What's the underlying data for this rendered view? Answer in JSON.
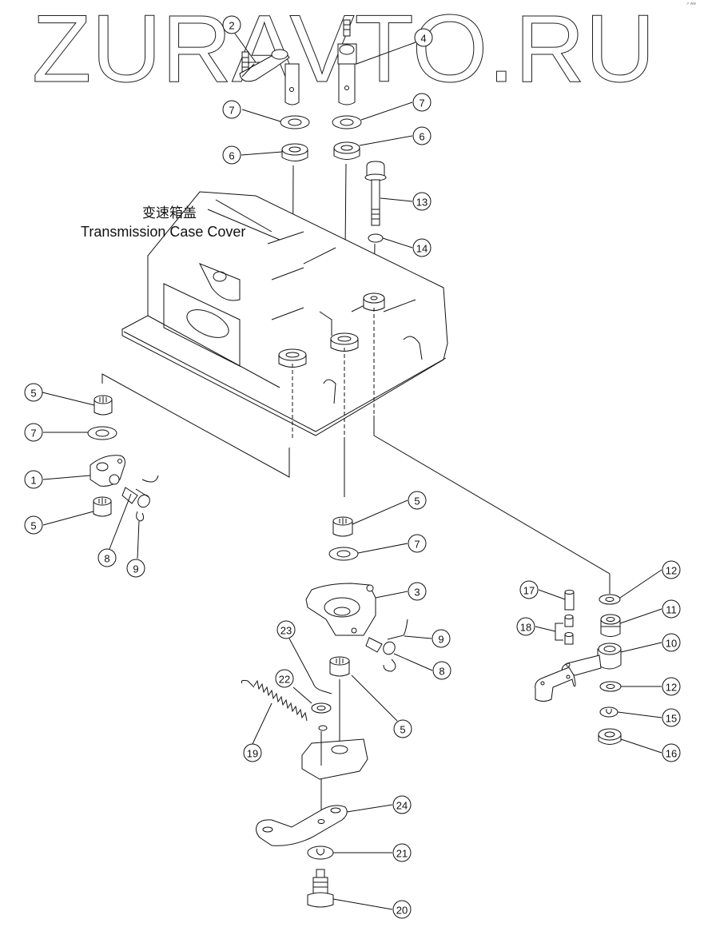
{
  "watermark": {
    "text": "ZURAVTO.RU"
  },
  "corner_mark": {
    "text": "↗ ww"
  },
  "caption": {
    "chinese": "变速箱盖",
    "english": "Transmission Case Cover"
  },
  "diagram": {
    "title": "Transmission Case Cover exploded parts diagram",
    "callouts": [
      {
        "id": "c2",
        "label": "2"
      },
      {
        "id": "c4",
        "label": "4"
      },
      {
        "id": "c7a",
        "label": "7"
      },
      {
        "id": "c7b",
        "label": "7"
      },
      {
        "id": "c6a",
        "label": "6"
      },
      {
        "id": "c6b",
        "label": "6"
      },
      {
        "id": "c13",
        "label": "13"
      },
      {
        "id": "c14",
        "label": "14"
      },
      {
        "id": "c5a",
        "label": "5"
      },
      {
        "id": "c7c",
        "label": "7"
      },
      {
        "id": "c1",
        "label": "1"
      },
      {
        "id": "c5b",
        "label": "5"
      },
      {
        "id": "c8a",
        "label": "8"
      },
      {
        "id": "c9a",
        "label": "9"
      },
      {
        "id": "c5c",
        "label": "5"
      },
      {
        "id": "c7d",
        "label": "7"
      },
      {
        "id": "c3",
        "label": "3"
      },
      {
        "id": "c9b",
        "label": "9"
      },
      {
        "id": "c8b",
        "label": "8"
      },
      {
        "id": "c23",
        "label": "23"
      },
      {
        "id": "c22",
        "label": "22"
      },
      {
        "id": "c5d",
        "label": "5"
      },
      {
        "id": "c19",
        "label": "19"
      },
      {
        "id": "c24",
        "label": "24"
      },
      {
        "id": "c21",
        "label": "21"
      },
      {
        "id": "c20",
        "label": "20"
      },
      {
        "id": "c12a",
        "label": "12"
      },
      {
        "id": "c17",
        "label": "17"
      },
      {
        "id": "c11",
        "label": "11"
      },
      {
        "id": "c18",
        "label": "18"
      },
      {
        "id": "c10",
        "label": "10"
      },
      {
        "id": "c12b",
        "label": "12"
      },
      {
        "id": "c15",
        "label": "15"
      },
      {
        "id": "c16",
        "label": "16"
      }
    ]
  }
}
